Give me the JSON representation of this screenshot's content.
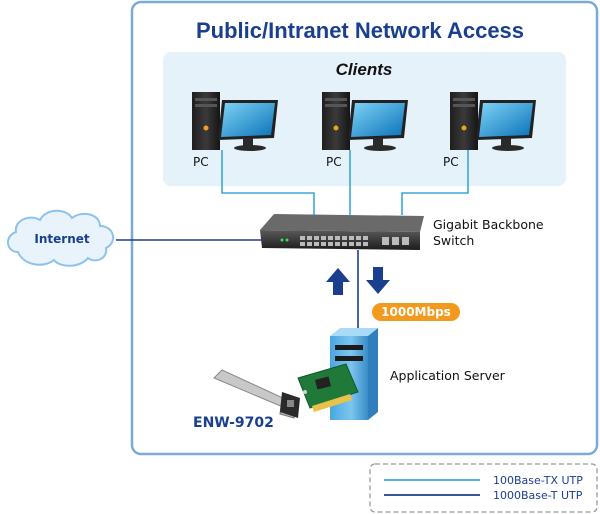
{
  "title": "Public/Intranet Network Access",
  "clients_label": "Clients",
  "pcs": [
    {
      "label": "PC"
    },
    {
      "label": "PC"
    },
    {
      "label": "PC"
    }
  ],
  "internet_label": "Internet",
  "switch_label": {
    "line1": "Gigabit Backbone",
    "line2": "Switch"
  },
  "speed_badge": "1000Mbps",
  "server_label": "Application Server",
  "product_label": "ENW-9702",
  "legend": [
    {
      "label": "100Base-TX UTP",
      "color": "#3aa8d8"
    },
    {
      "label": "1000Base-T UTP",
      "color": "#1a3f8f"
    }
  ],
  "colors": {
    "frame": "#7da9d6",
    "clients_bg": "#e6f2fa",
    "accent": "#1a3f8f",
    "badge": "#f39a1e",
    "link_light": "#3aa8d8"
  }
}
